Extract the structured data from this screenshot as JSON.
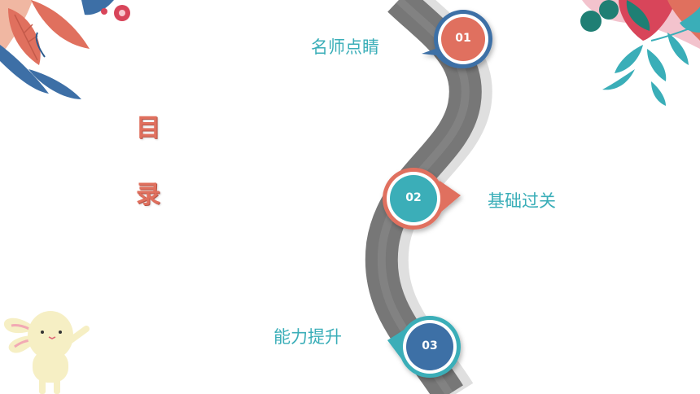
{
  "slide": {
    "title_chars": [
      "目",
      "录"
    ],
    "items": [
      {
        "number": "01",
        "label": "名师点睛",
        "badge_color": "#e0705e",
        "ring_color": "#3d6fa6"
      },
      {
        "number": "02",
        "label": "基础过关",
        "badge_color": "#3aaeb8",
        "ring_color": "#e0705e"
      },
      {
        "number": "03",
        "label": "能力提升",
        "badge_color": "#3d6fa6",
        "ring_color": "#3aaeb8"
      }
    ]
  },
  "colors": {
    "accent_red": "#e0705e",
    "accent_teal": "#3aaeb8",
    "accent_blue": "#3d6fa6",
    "road": "#777777"
  },
  "decor": {
    "top_left": "leaf-cluster",
    "top_right": "leaf-cluster",
    "bottom_left": "bunny-mascot"
  }
}
